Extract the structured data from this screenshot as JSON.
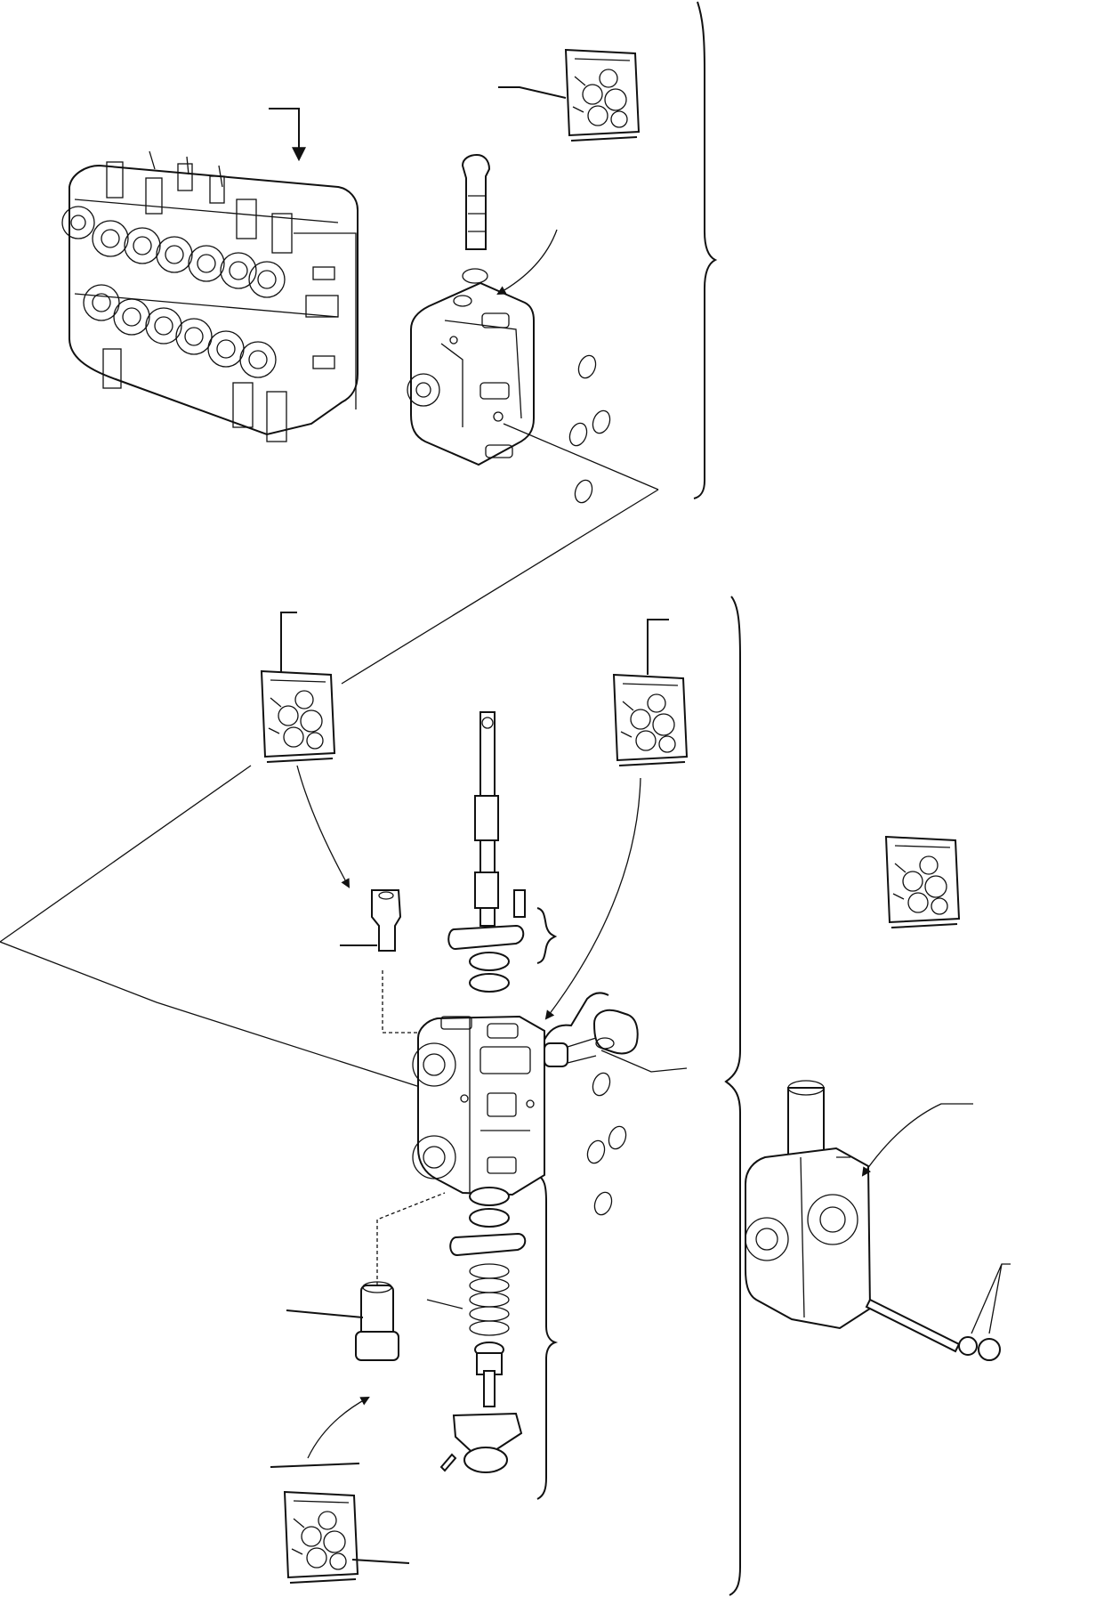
{
  "diagram": {
    "type": "exploded-parts-view",
    "text_labels": [],
    "callouts": [
      {
        "id": "valve-assembly",
        "shape": "leader"
      },
      {
        "id": "seal-kit-top",
        "shape": "seal-kit-icon"
      },
      {
        "id": "inlet-section",
        "shape": "part"
      },
      {
        "id": "o-rings-top",
        "shape": "o-rings"
      },
      {
        "id": "spool-section",
        "shape": "part"
      },
      {
        "id": "seal-kit-left",
        "shape": "seal-kit-icon"
      },
      {
        "id": "seal-kit-right",
        "shape": "seal-kit-icon"
      },
      {
        "id": "seal-kit-side",
        "shape": "seal-kit-icon"
      },
      {
        "id": "seal-kit-bottom",
        "shape": "seal-kit-icon"
      },
      {
        "id": "relief-valve",
        "shape": "part"
      },
      {
        "id": "anti-cavitation-valve",
        "shape": "part"
      },
      {
        "id": "end-cap-section",
        "shape": "part"
      },
      {
        "id": "tie-rod",
        "shape": "part"
      }
    ]
  }
}
